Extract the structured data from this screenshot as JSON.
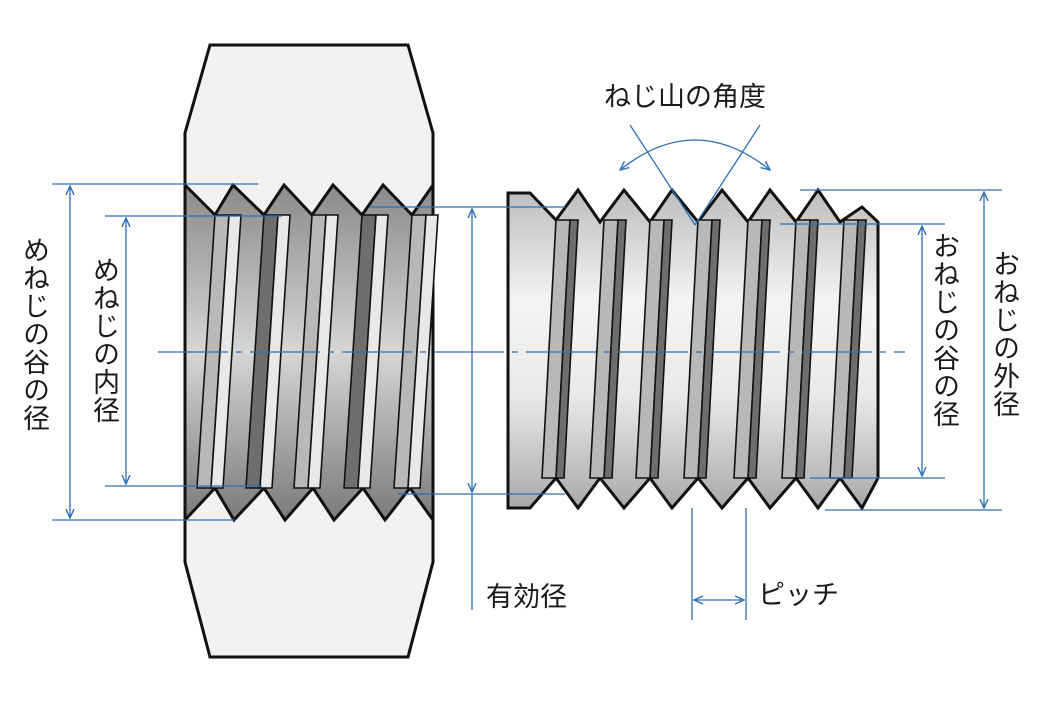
{
  "labels": {
    "thread_angle": "ねじ山の角度",
    "internal_root_diameter": "めねじの谷の径",
    "internal_minor_diameter": "めねじの内径",
    "pitch_diameter": "有効径",
    "pitch": "ピッチ",
    "external_root_diameter": "おねじの谷の径",
    "external_major_diameter": "おねじの外径"
  },
  "colors": {
    "dimension_line": "#2f6fb5",
    "outline": "#111111",
    "nut_face": "#f2f2f2",
    "thread_light": "#e8e8e8",
    "thread_mid": "#b8b8b8",
    "thread_dark": "#6e6e6e"
  }
}
